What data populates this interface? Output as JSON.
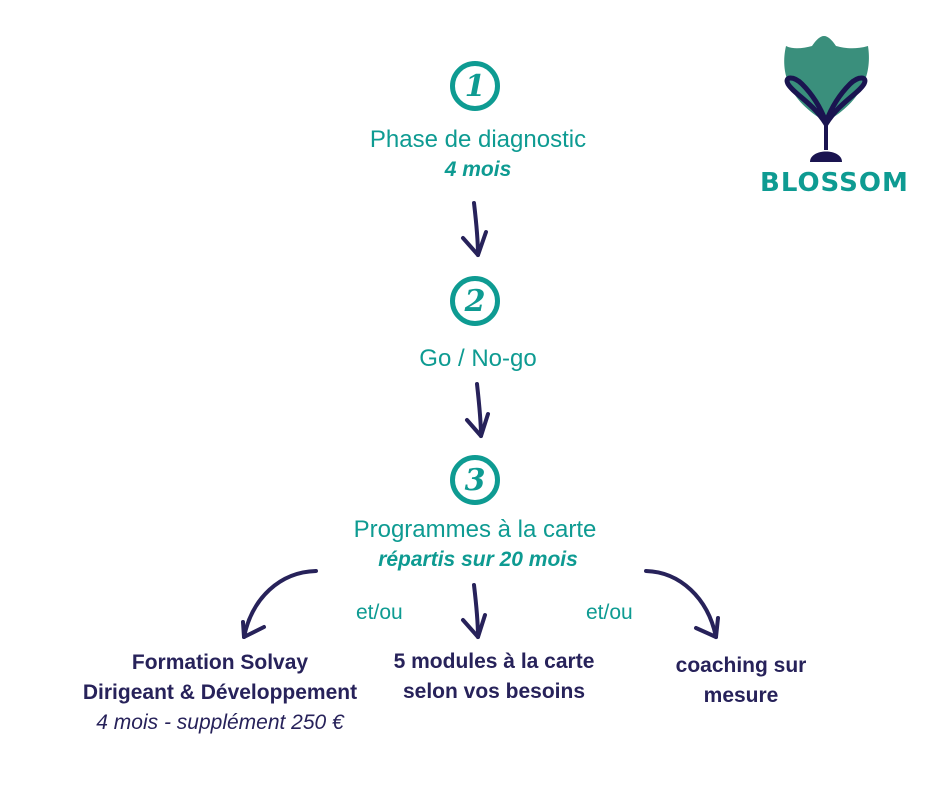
{
  "logo": {
    "name": "BLOSSOM",
    "leaf_color": "#3a8f7c",
    "stem_color": "#1a1450",
    "text_color": "#0e9b92"
  },
  "colors": {
    "teal": "#0e9b92",
    "navy": "#27225a"
  },
  "steps": [
    {
      "number": "1",
      "title": "Phase de diagnostic",
      "subtitle": "4 mois"
    },
    {
      "number": "2",
      "title": "Go / No-go",
      "subtitle": ""
    },
    {
      "number": "3",
      "title": "Programmes à la carte",
      "subtitle": "répartis sur 20 mois"
    }
  ],
  "connector": {
    "left": "et/ou",
    "right": "et/ou"
  },
  "options": [
    {
      "line1": "Formation Solvay",
      "line2": "Dirigeant & Développement",
      "line3": "4 mois - supplément 250 €"
    },
    {
      "line1": "5 modules à la carte",
      "line2": "selon vos besoins"
    },
    {
      "line1": "coaching sur",
      "line2": "mesure"
    }
  ]
}
